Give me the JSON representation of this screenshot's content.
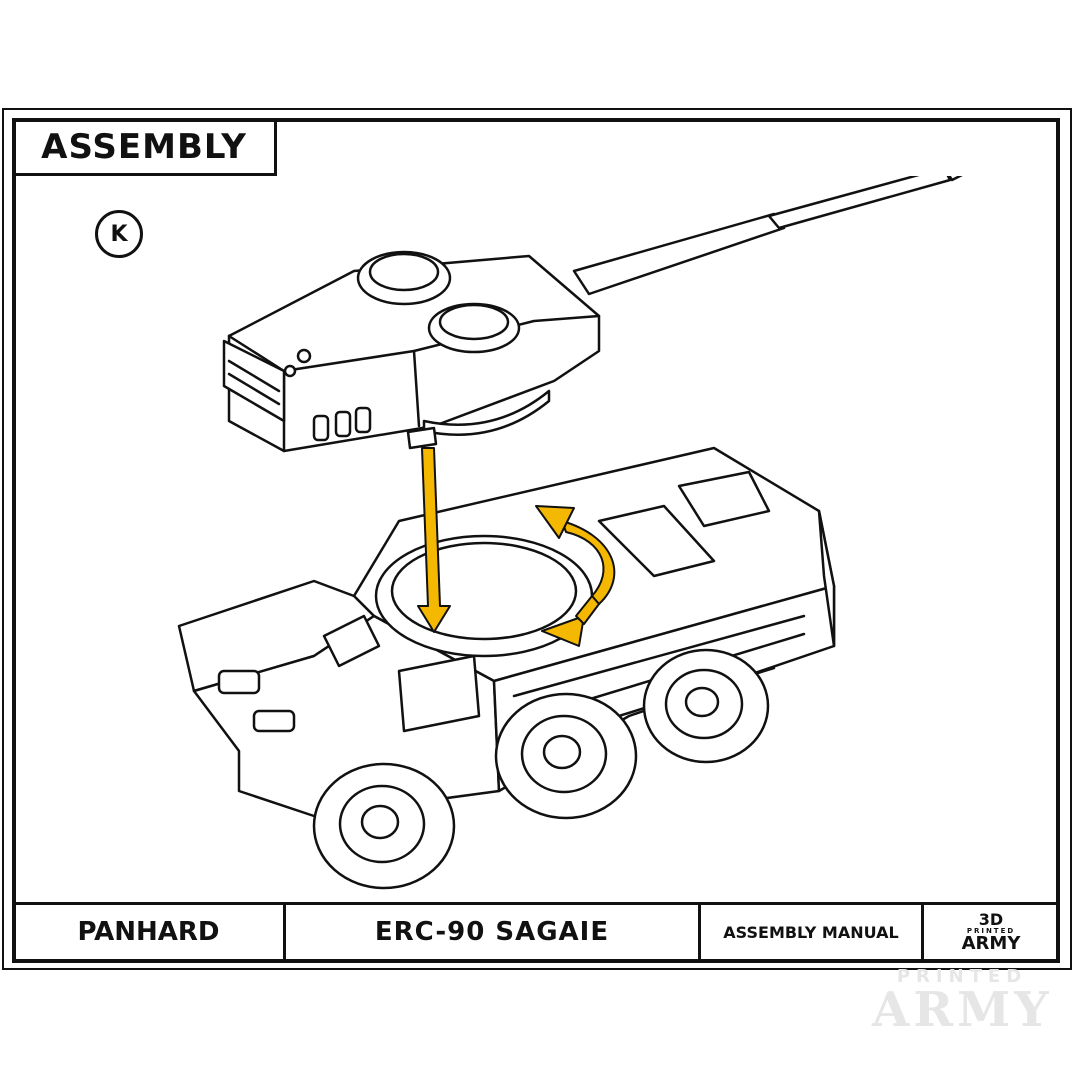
{
  "header": {
    "title": "ASSEMBLY"
  },
  "step": {
    "label": "K"
  },
  "footer": {
    "manufacturer": "PANHARD",
    "model": "ERC-90 SAGAIE",
    "doc_type": "ASSEMBLY MANUAL",
    "logo_top": "3D",
    "logo_mid": "PRINTED",
    "logo_bottom": "ARMY"
  },
  "watermark": {
    "top": "PRINTED",
    "bottom": "ARMY"
  },
  "colors": {
    "arrow": "#f5b800",
    "line": "#111111",
    "vehicle_fill": "#ffffff"
  },
  "illustration": {
    "subject": "turret-and-hull-assembly-drawing"
  }
}
